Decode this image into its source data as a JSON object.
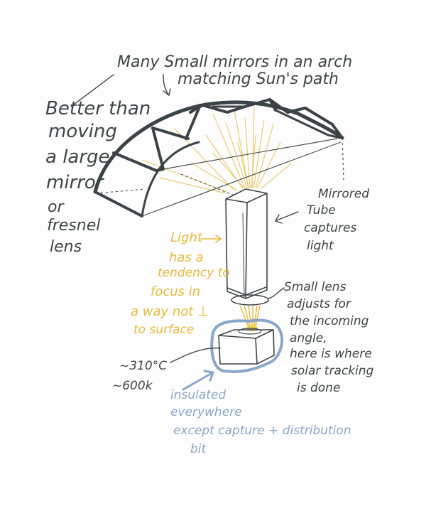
{
  "annotations": {
    "arch_note_line1": "Many Small mirrors in an arch",
    "arch_note_line2": "matching Sun's path",
    "better_than": [
      "Better than",
      "moving",
      "a large",
      "mirror",
      "or",
      "fresnel",
      "lens"
    ],
    "mirrored_tube": [
      "Mirrored",
      "Tube",
      "captures",
      "light"
    ],
    "light_note": [
      "Light",
      "has a",
      "tendency to",
      "focus in",
      "a way not ⊥",
      "to surface"
    ],
    "lens_note": [
      "Small lens",
      "adjusts for",
      "the incoming",
      "angle,",
      "here is where",
      "solar tracking",
      "is done"
    ],
    "temperature": [
      "~310°C",
      "~600k"
    ],
    "insulation": [
      "insulated",
      "everywhere",
      "except capture + distribution",
      "bit"
    ]
  },
  "colors": {
    "ink": "#3e4548",
    "light": "#e6b93a",
    "insulation": "#8aa6c8",
    "paper": "#fdfdfd"
  }
}
